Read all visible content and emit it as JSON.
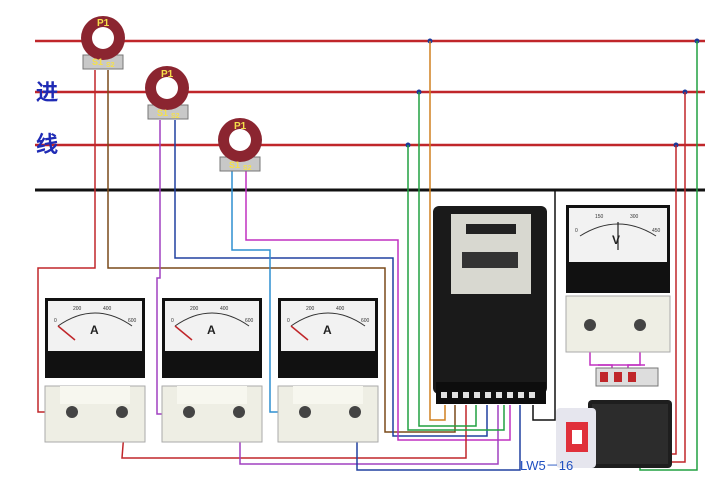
{
  "labels": {
    "incoming_line_char1": "进",
    "incoming_line_char2": "线",
    "switch_model": "LW5－16"
  },
  "current_transformers": [
    {
      "primary": "P1",
      "secondary_a": "S1",
      "secondary_b": "S2"
    },
    {
      "primary": "P1",
      "secondary_a": "S1",
      "secondary_b": "S2"
    },
    {
      "primary": "P1",
      "secondary_a": "S1",
      "secondary_b": "S2"
    }
  ],
  "ammeters": [
    {
      "unit": "A",
      "scale": [
        "0",
        "200",
        "400",
        "600"
      ]
    },
    {
      "unit": "A",
      "scale": [
        "0",
        "200",
        "400",
        "600"
      ]
    },
    {
      "unit": "A",
      "scale": [
        "0",
        "200",
        "400",
        "600"
      ]
    }
  ],
  "voltmeter": {
    "unit": "V",
    "scale": [
      "0",
      "150",
      "300",
      "450"
    ]
  },
  "colors": {
    "busbar": "#c0262a",
    "neutral": "#111111",
    "ct_body": "#8b2530",
    "wire_red": "#c0262a",
    "wire_brown": "#7a4a1a",
    "wire_purple": "#a040c0",
    "wire_blue": "#2040a0",
    "wire_cyan": "#2f8fd0",
    "wire_magenta": "#c030c0",
    "wire_green": "#20a040",
    "wire_orange": "#d08020",
    "label_blue": "#1f2bb5"
  }
}
